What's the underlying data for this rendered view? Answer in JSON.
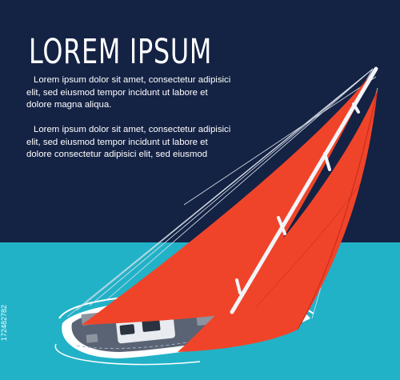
{
  "poster": {
    "title": "LOREM IPSUM",
    "paragraph_1": "Lorem ipsum dolor sit amet, consectetur adipisici elit, sed eiusmod tempor incidunt ut labore et dolore magna aliqua.",
    "paragraph_2": "Lorem ipsum dolor sit amet, consectetur adipisici elit, sed eiusmod tempor incidunt ut labore et dolore consectetur adipisici elit, sed eiusmod"
  },
  "stock_id": "172482782",
  "colors": {
    "sky": "#142244",
    "sea": "#22b2c8",
    "sail": "#f0442a",
    "deck": "#5a6373",
    "hull": "#ffffff"
  }
}
